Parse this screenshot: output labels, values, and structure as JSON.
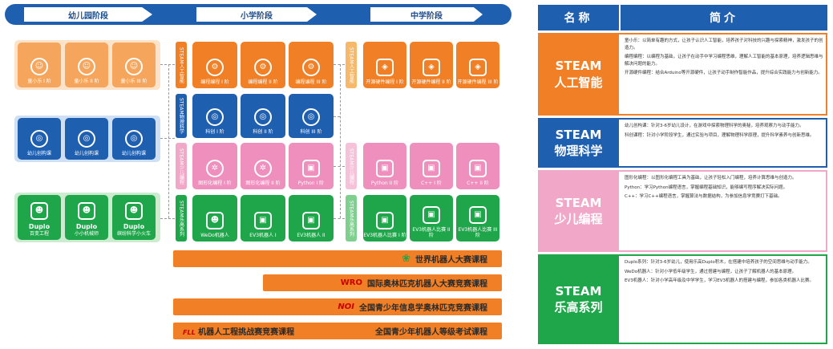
{
  "stages": [
    "幼儿园阶段",
    "小学阶段",
    "中学阶段"
  ],
  "col_labels": {
    "ai": "STEAM人工智能",
    "phys": "STEAM物理科学",
    "code": "STEAM少儿编程",
    "lego": "STEAM乐高系列"
  },
  "rows": {
    "ai_kinder": [
      "童小乐 I 阶",
      "童小乐 II 阶",
      "童小乐 III 阶"
    ],
    "ai_primary": [
      "编程编程 I 阶",
      "编程编程 II 阶",
      "编程编程 III 阶"
    ],
    "ai_middle": [
      "开源硬件编程 I 阶",
      "开源硬件编程 II 阶",
      "开源硬件编程 III 阶"
    ],
    "phys_kinder": [
      "幼儿创构课",
      "幼儿创构课",
      "幼儿创构课"
    ],
    "phys_primary": [
      "科创 I 阶",
      "科创 II 阶",
      "科创 III 阶"
    ],
    "code_primary": [
      "图形化编程 I 阶",
      "图形化编程 II 阶",
      "Python I 阶"
    ],
    "code_middle": [
      "Python II 阶",
      "C++ I 阶",
      "C++ II 阶"
    ],
    "lego_kinder": [
      {
        "t1": "Duplo",
        "t2": "百变工程"
      },
      {
        "t1": "Duplo",
        "t2": "小小机械师"
      },
      {
        "t1": "Duplo",
        "t2": "缤纷科学小火车"
      }
    ],
    "lego_primary": [
      "WeDo机器人",
      "EV3机器人 I",
      "EV3机器人 II"
    ],
    "lego_middle": [
      "EV3机器人比赛 I 阶",
      "EV3机器人比赛 II 阶",
      "EV3机器人比赛 III 阶"
    ]
  },
  "bars": [
    "世界机器人大赛课程",
    "国际奥林匹克机器人大赛竞赛课程",
    "全国青少年信息学奥林匹克竞赛课程",
    "全国青少年机器人等级考试课程"
  ],
  "bar_left_text": "机器人工程挑战赛竞赛课程",
  "logos": {
    "wro": "WRO",
    "noi": "NOI",
    "fll": "FLL"
  },
  "table": {
    "header_name": "名称",
    "header_desc": "简介",
    "rows": [
      {
        "name_l1": "STEAM",
        "name_l2": "人工智能",
        "color": "#f07f25",
        "desc": [
          "童小乐：以简单有趣的方式，让孩子认识人工智能，培养孩子对科技的兴趣与探索精神，激发孩子的创造力。",
          "编程编程：以编程为基础，让孩子在动手中学习编程思维，理解人工智能的基本原理，培养逻辑思维与解决问题的能力。",
          "开源硬件编程：结合Arduino等开源硬件，让孩子动手制作智能作品，提升综合实践能力与创新能力。"
        ]
      },
      {
        "name_l1": "STEAM",
        "name_l2": "物理科学",
        "color": "#1f5fb0",
        "desc": [
          "幼儿创构课：针对3-6岁幼儿设计，在游戏中探索物理科学的奥秘，培养观察力与动手能力。",
          "科创课程：针对小学阶段学生，通过实验与项目，理解物理科学原理，提升科学素养与创新思维。"
        ]
      },
      {
        "name_l1": "STEAM",
        "name_l2": "少儿编程",
        "color": "#f1a7c8",
        "desc": [
          "图形化编程：以图形化编程工具为基础，让孩子轻松入门编程，培养计算思维与创造力。",
          "Python：学习Python编程语言，掌握编程基础知识，能够编写程序解决实际问题。",
          "C++：学习C++编程语言，掌握算法与数据结构，为参加信息学竞赛打下基础。"
        ]
      },
      {
        "name_l1": "STEAM",
        "name_l2": "乐高系列",
        "color": "#1fa64a",
        "desc": [
          "Duplo系列：针对3-6岁幼儿，使用乐高Duplo积木，在搭建中培养孩子的空间思维与动手能力。",
          "WeDo机器人：针对小学低年级学生，通过搭建与编程，让孩子了解机器人的基本原理。",
          "EV3机器人：针对小学高年级及中学学生，学习EV3机器人的搭建与编程，参加各类机器人比赛。"
        ]
      }
    ]
  },
  "colors": {
    "blue": "#1f5fb0",
    "orange": "#f07f25",
    "pink": "#f1a7c8",
    "green": "#1fa64a"
  }
}
